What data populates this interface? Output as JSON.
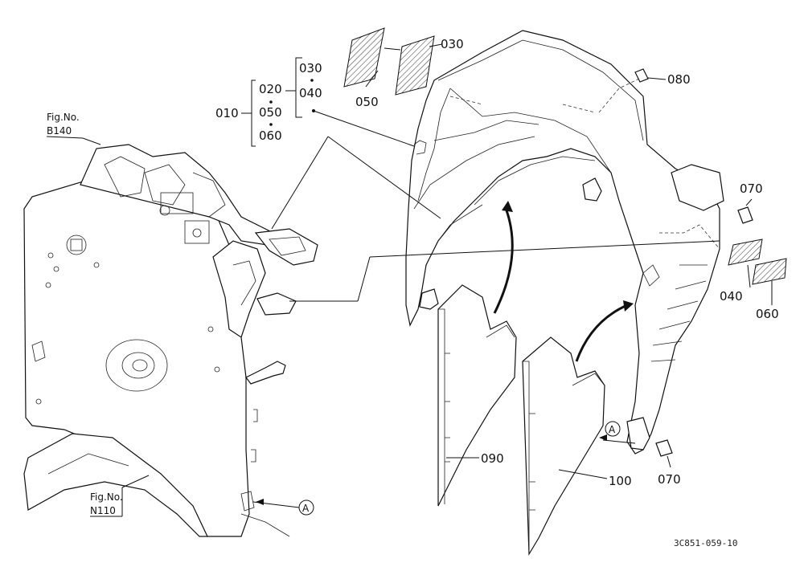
{
  "labels": {
    "p030_top": "030",
    "p050_top": "050",
    "p010": "010",
    "p020": "020",
    "p050_set": "050",
    "p060_set": "060",
    "p030_set": "030",
    "p040_set": "040",
    "p080": "080",
    "p070_top": "070",
    "p040_right": "040",
    "p060_right": "060",
    "p090": "090",
    "p100": "100",
    "p070_bottom": "070",
    "mark_a_mid": "A",
    "mark_a_bottom": "A"
  },
  "references": {
    "fig_b140_label": "Fig.No.",
    "fig_b140_code": "B140",
    "fig_n110_label": "Fig.No.",
    "fig_n110_code": "N110"
  },
  "drawing_code": "3C851-059-10",
  "colors": {
    "line": "#111111",
    "background": "#ffffff"
  }
}
